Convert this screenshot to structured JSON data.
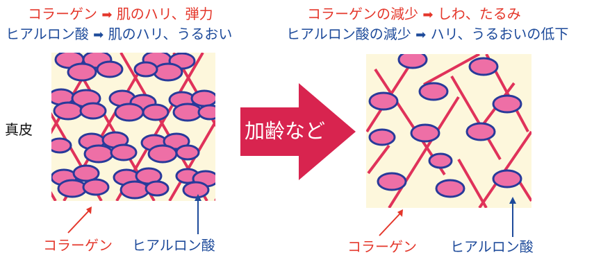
{
  "before": {
    "line1": {
      "a": "コラーゲン",
      "arrow": "➡",
      "b": "肌のハリ、弾力"
    },
    "line2": {
      "a": "ヒアルロン酸",
      "arrow": "➡",
      "b": "肌のハリ、うるおい"
    },
    "label_collagen": "コラーゲン",
    "label_hyaluronic": "ヒアルロン酸"
  },
  "after": {
    "line1": {
      "a": "コラーゲンの減少",
      "arrow": "➡",
      "b": "しわ、たるみ"
    },
    "line2": {
      "a": "ヒアルロン酸の減少",
      "arrow": "➡",
      "b": "ハリ、うるおいの低下"
    },
    "label_collagen": "コラーゲン",
    "label_hyaluronic": "ヒアルロン酸"
  },
  "dermis_label": "真皮",
  "transition_label": "加齢など",
  "colors": {
    "collagen": "#e4362a",
    "hyaluronic": "#1d4a9a",
    "panel_bg": "#fdf7dc",
    "fiber": "#e0325a",
    "cell_fill": "#ee6fa6",
    "cell_stroke": "#283a9a",
    "big_arrow": "#d8244f"
  }
}
